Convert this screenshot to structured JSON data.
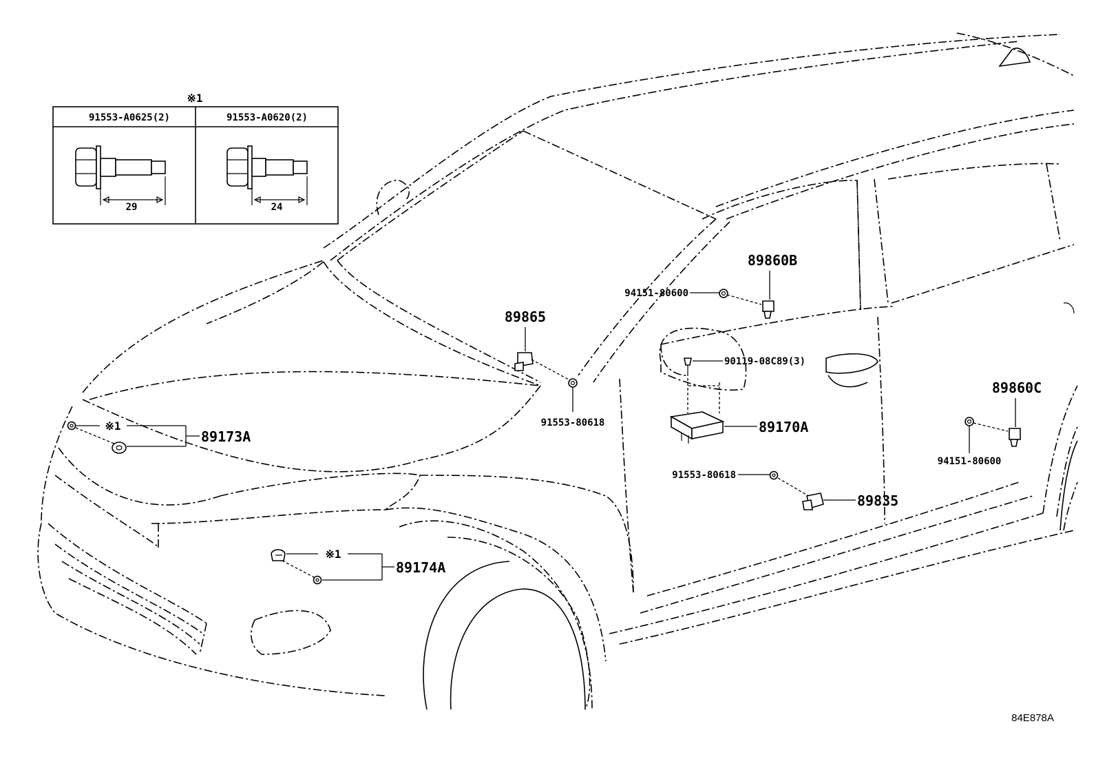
{
  "inset": {
    "marker": "※1",
    "columns": [
      {
        "part_number": "91553-A0625(2)",
        "dimension": "29"
      },
      {
        "part_number": "91553-A0620(2)",
        "dimension": "24"
      }
    ]
  },
  "callouts": {
    "p89860b": "89860B",
    "p94151_upper": "94151-80600",
    "p89865": "89865",
    "p90119": "90119-08C89(3)",
    "p91553_cowl": "91553-80618",
    "p89170a": "89170A",
    "p89173a": "89173A",
    "p89173a_marker": "※1",
    "p91553_door": "91553-80618",
    "p89835": "89835",
    "p89860c": "89860C",
    "p94151_lower": "94151-80600",
    "p89174a": "89174A",
    "p89174a_marker": "※1"
  },
  "figure_code": "84E878A"
}
